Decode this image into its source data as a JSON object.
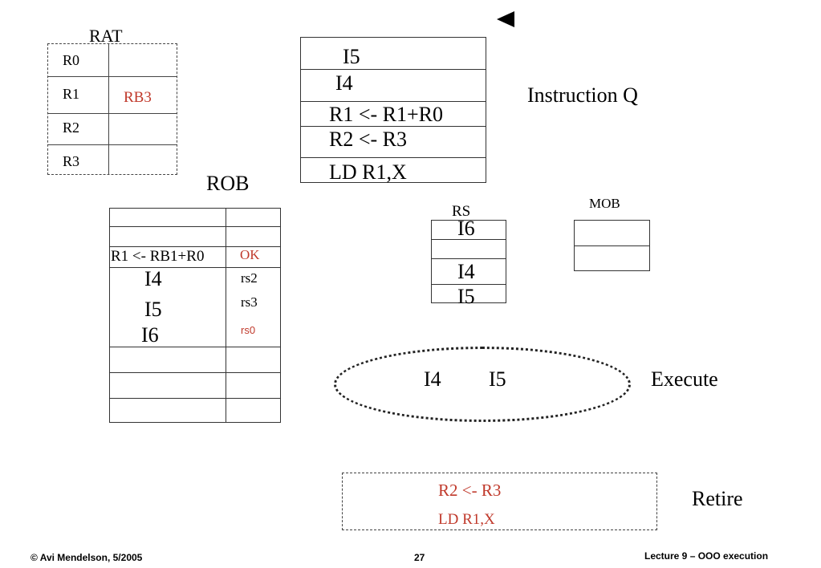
{
  "rat": {
    "title": "RAT",
    "rows": [
      {
        "reg": "R0",
        "value": ""
      },
      {
        "reg": "R1",
        "value": "RB3"
      },
      {
        "reg": "R2",
        "value": ""
      },
      {
        "reg": "R3",
        "value": ""
      }
    ]
  },
  "instruction_q": {
    "label": "Instruction Q",
    "entries": [
      "I5",
      "I4",
      "R1 <- R1+R0",
      "R2 <- R3",
      "LD R1,X"
    ]
  },
  "rob": {
    "title": "ROB",
    "entries": [
      {
        "instr": "R1 <- RB1+R0",
        "status": "OK"
      },
      {
        "instr": "I4",
        "status": "rs2"
      },
      {
        "instr": "I5",
        "status": "rs3"
      },
      {
        "instr": "I6",
        "status": "rs0"
      }
    ]
  },
  "rs": {
    "title": "RS",
    "entries": [
      "I6",
      "",
      "I4",
      "I5"
    ]
  },
  "mob": {
    "title": "MOB"
  },
  "execute": {
    "label": "Execute",
    "items": [
      "I4",
      "I5"
    ]
  },
  "retire": {
    "label": "Retire",
    "items": [
      "R2 <- R3",
      "LD R1,X"
    ]
  },
  "footer": {
    "left": "© Avi Mendelson, 5/2005",
    "center": "27",
    "right": "Lecture 9 – OOO execution"
  },
  "colors": {
    "highlight": "#c0392b"
  }
}
